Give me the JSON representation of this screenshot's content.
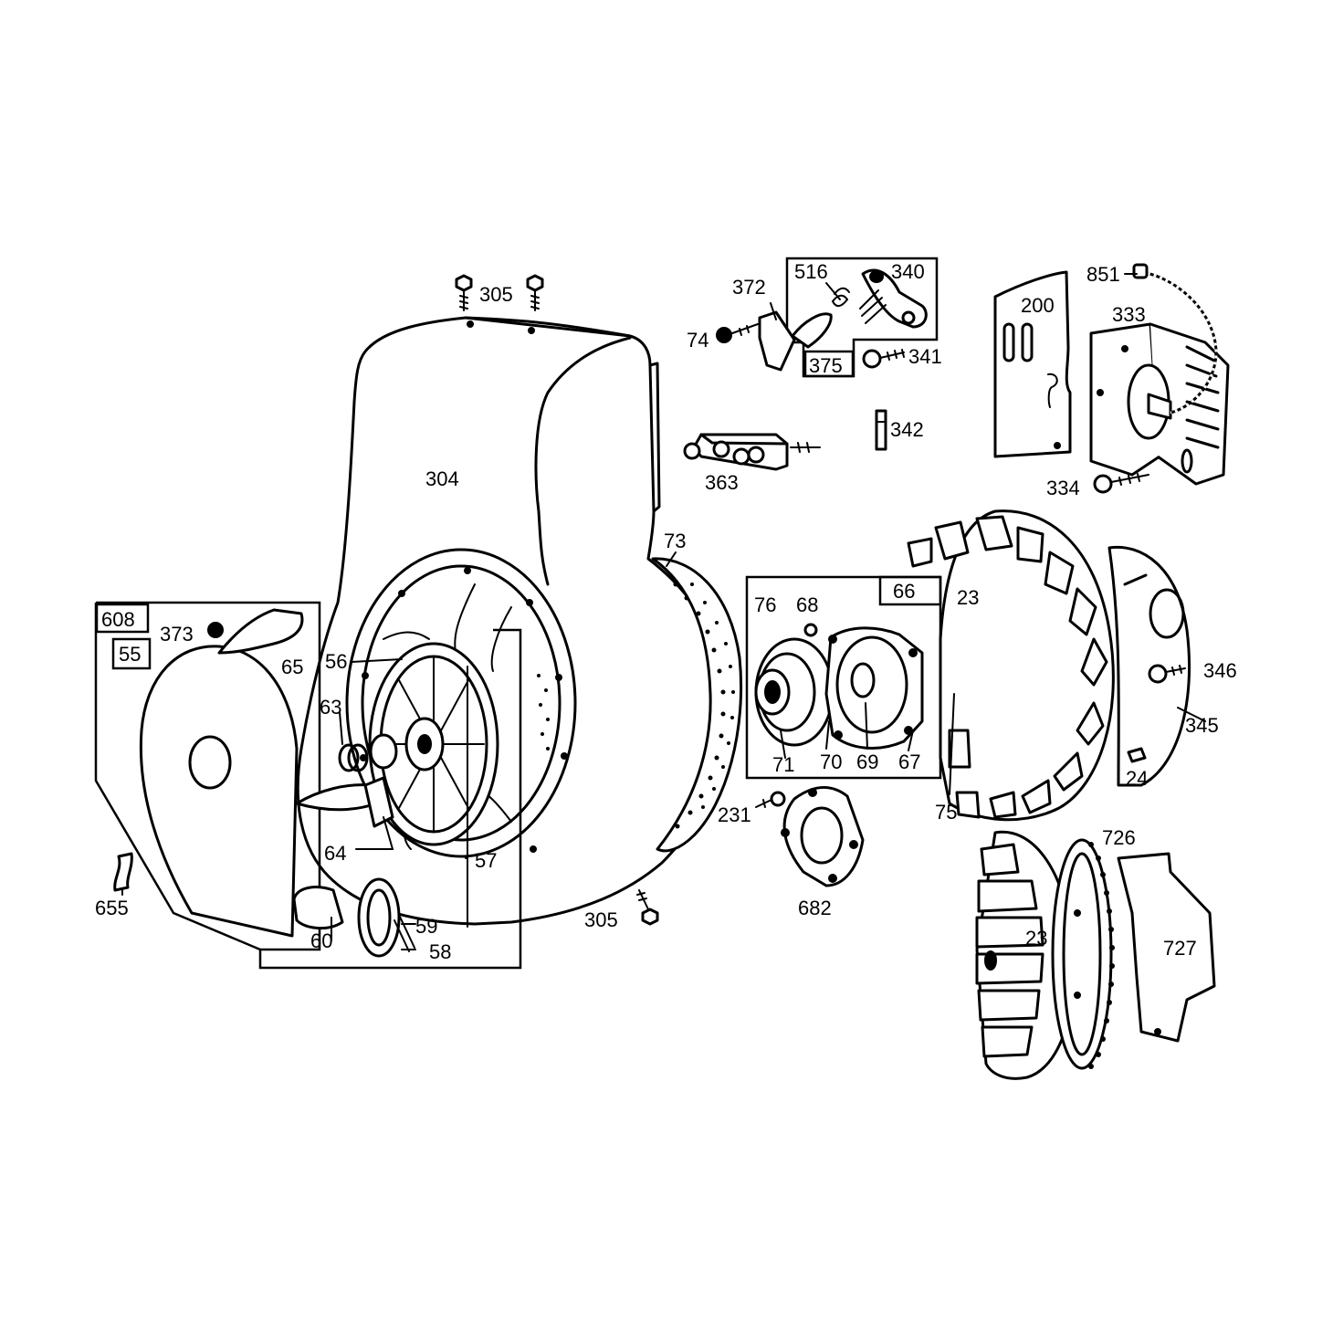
{
  "labels": {
    "l304": "304",
    "l305_top": "305",
    "l305_bottom": "305",
    "l73": "73",
    "l608": "608",
    "l55": "55",
    "l373": "373",
    "l65": "65",
    "l56": "56",
    "l63": "63",
    "l64": "64",
    "l57": "57",
    "l60": "60",
    "l59": "59",
    "l58": "58",
    "l655": "655",
    "l372": "372",
    "l74": "74",
    "l516": "516",
    "l340": "340",
    "l375": "375",
    "l341": "341",
    "l342": "342",
    "l363": "363",
    "l851": "851",
    "l200": "200",
    "l333": "333",
    "l334": "334",
    "l66": "66",
    "l76": "76",
    "l68": "68",
    "l71": "71",
    "l70": "70",
    "l69": "69",
    "l67": "67",
    "l231": "231",
    "l682": "682",
    "l23_top": "23",
    "l23_bottom": "23",
    "l75": "75",
    "l346": "346",
    "l345": "345",
    "l24": "24",
    "l726": "726",
    "l727": "727"
  },
  "icons": {
    "blower_housing": "blower-housing-icon",
    "rewind_starter": "rewind-starter-icon",
    "flywheel": "flywheel-icon",
    "ignition_armature": "ignition-armature-icon",
    "governor_bracket": "governor-bracket-icon"
  }
}
